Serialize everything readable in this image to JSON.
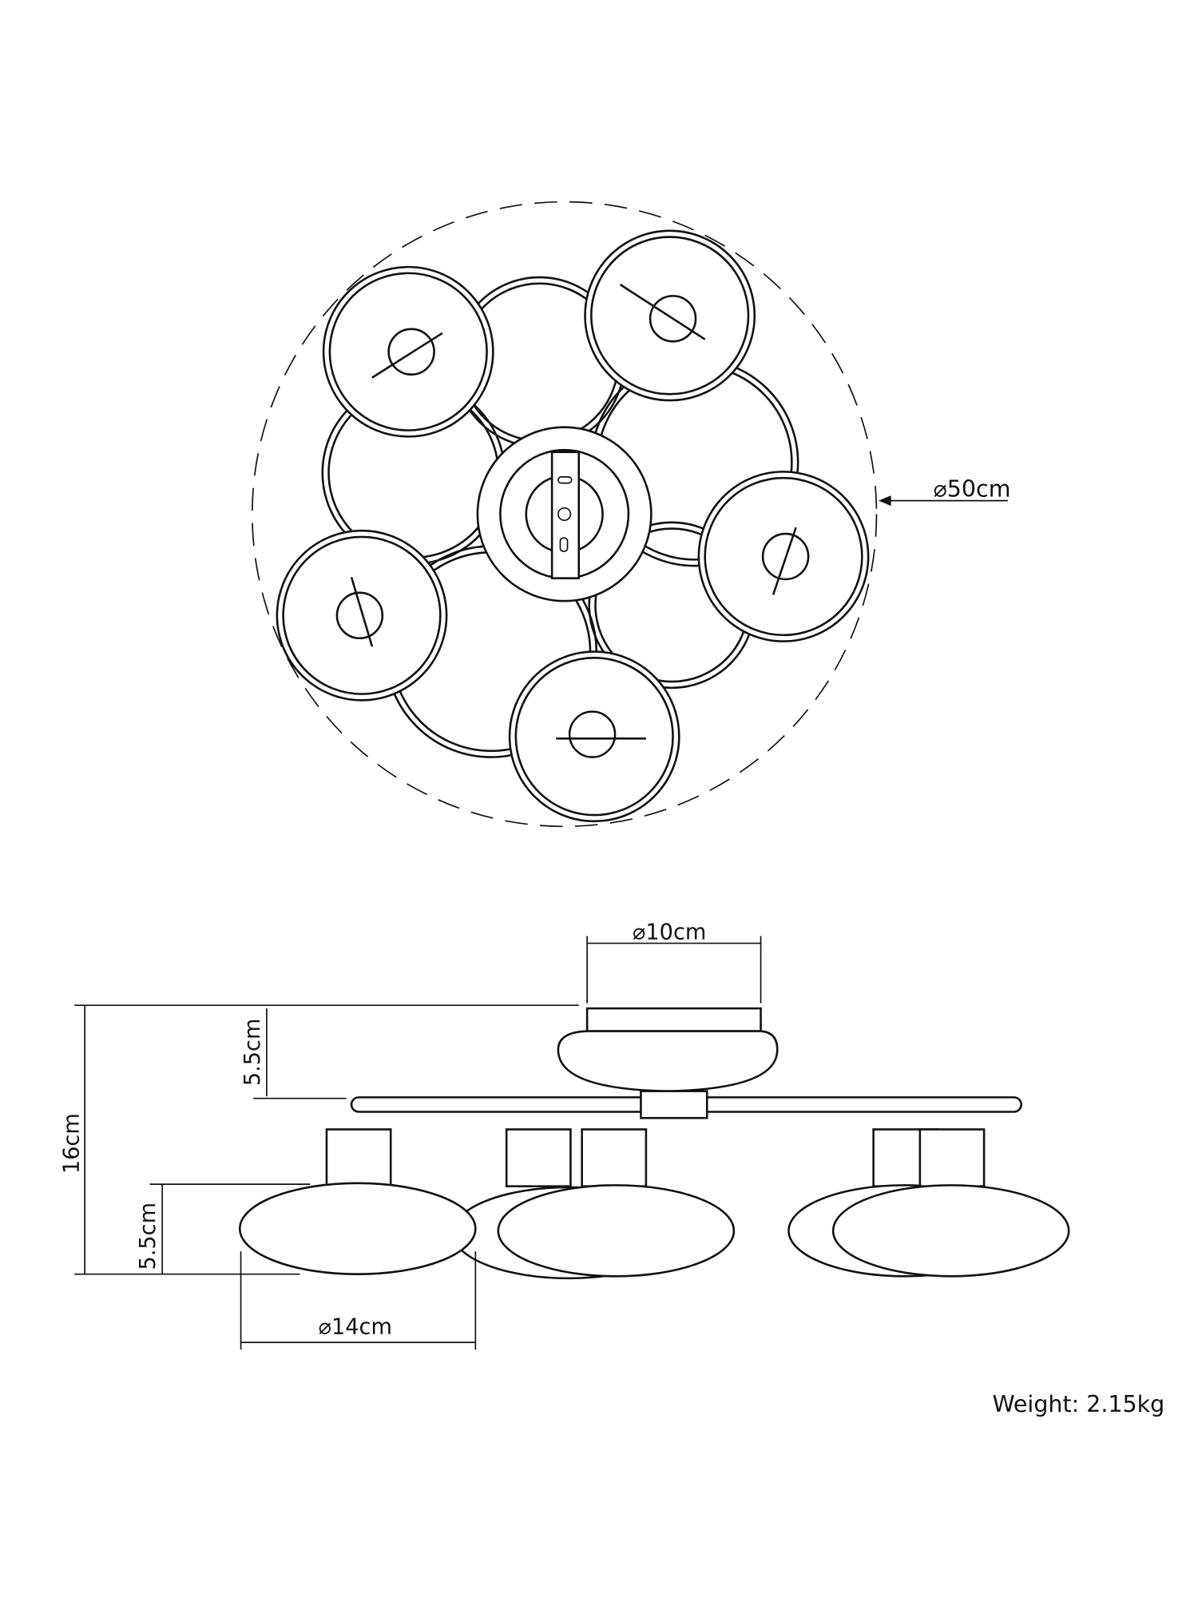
{
  "top_view": {
    "diameter_label": "⌀50cm"
  },
  "side_view": {
    "canopy_diameter_label": "⌀10cm",
    "canopy_height_label": "5.5cm",
    "total_height_label": "16cm",
    "shade_height_label": "5.5cm",
    "shade_diameter_label": "⌀14cm"
  },
  "weight_label": "Weight: 2.15kg",
  "colors": {
    "line": "#111111",
    "background": "#ffffff"
  }
}
